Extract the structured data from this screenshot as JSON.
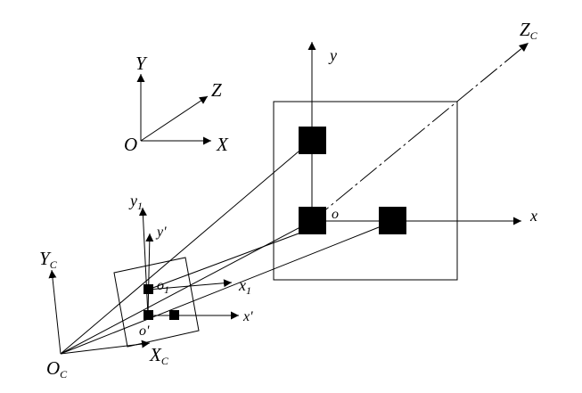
{
  "world_axes": {
    "origin": "O",
    "x": "X",
    "y": "Y",
    "z": "Z"
  },
  "camera_axes": {
    "origin_main": "O",
    "origin_sub": "C",
    "x_main": "X",
    "x_sub": "C",
    "y_main": "Y",
    "y_sub": "C",
    "z_main": "Z",
    "z_sub": "C"
  },
  "target_plane": {
    "origin": "o",
    "x": "x",
    "y": "y"
  },
  "image_plane": {
    "o1_main": "o",
    "o1_sub": "1",
    "x1_main": "x",
    "x1_sub": "1",
    "y1_main": "y",
    "y1_sub": "1",
    "o_prime": "o'",
    "x_prime": "x'",
    "y_prime": "y'"
  },
  "colors": {
    "ink": "#000000",
    "background": "#ffffff"
  }
}
